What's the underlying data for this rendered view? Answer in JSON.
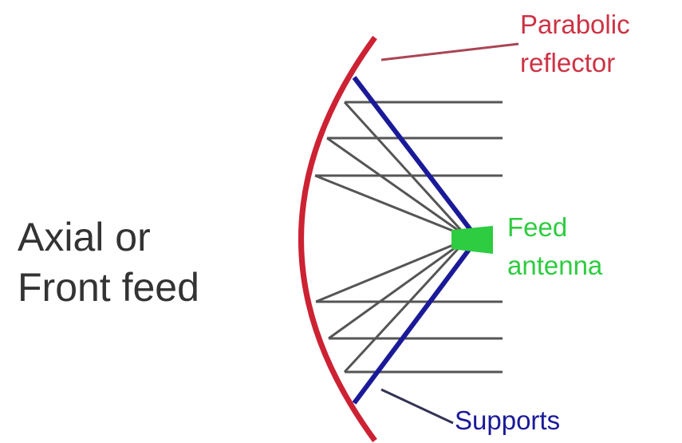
{
  "title": {
    "line1": "Axial or",
    "line2": "Front feed"
  },
  "labels": {
    "reflector_line1": "Parabolic",
    "reflector_line2": "reflector",
    "feed_line1": "Feed",
    "feed_line2": "antenna",
    "supports": "Supports"
  },
  "colors": {
    "reflector": "#cc2233",
    "supports": "#1a1a99",
    "feed": "#2ecc40",
    "rays": "#555555",
    "title_text": "#333333"
  }
}
